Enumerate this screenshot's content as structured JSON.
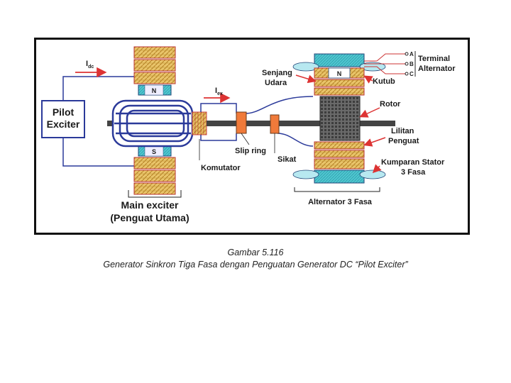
{
  "diagram": {
    "pilot_exciter": "Pilot Exciter",
    "current_dc": "I",
    "current_dc_sub": "dc",
    "current_ex": "I",
    "current_ex_sub": "ex",
    "pole_n": "N",
    "pole_s": "S",
    "rotor_pole_n": "N",
    "main_exciter_line1": "Main exciter",
    "main_exciter_line2": "(Penguat Utama)",
    "komutator": "Komutator",
    "slip_ring": "Slip ring",
    "sikat": "Sikat",
    "senjang_line1": "Senjang",
    "senjang_line2": "Udara",
    "kutub": "Kutub",
    "rotor": "Rotor",
    "lilitan_line1": "Lilitan",
    "lilitan_line2": "Penguat",
    "kumparan_line1": "Kumparan Stator",
    "kumparan_line2": "3 Fasa",
    "alternator": "Alternator 3 Fasa",
    "terminal_a": "A",
    "terminal_b": "B",
    "terminal_c": "C",
    "terminal_line1": "Terminal",
    "terminal_line2": "Alternator"
  },
  "caption": {
    "title": "Gambar 5.116",
    "text": "Generator Sinkron Tiga Fasa dengan Penguatan Generator DC  “Pilot Exciter”"
  },
  "colors": {
    "wire": "#2b3a9a",
    "coil": "#e8c66a",
    "pole": "#4fc6d0",
    "rotor_core": "#555555",
    "arrow": "#d33",
    "slip_ring": "#f07a3a"
  }
}
